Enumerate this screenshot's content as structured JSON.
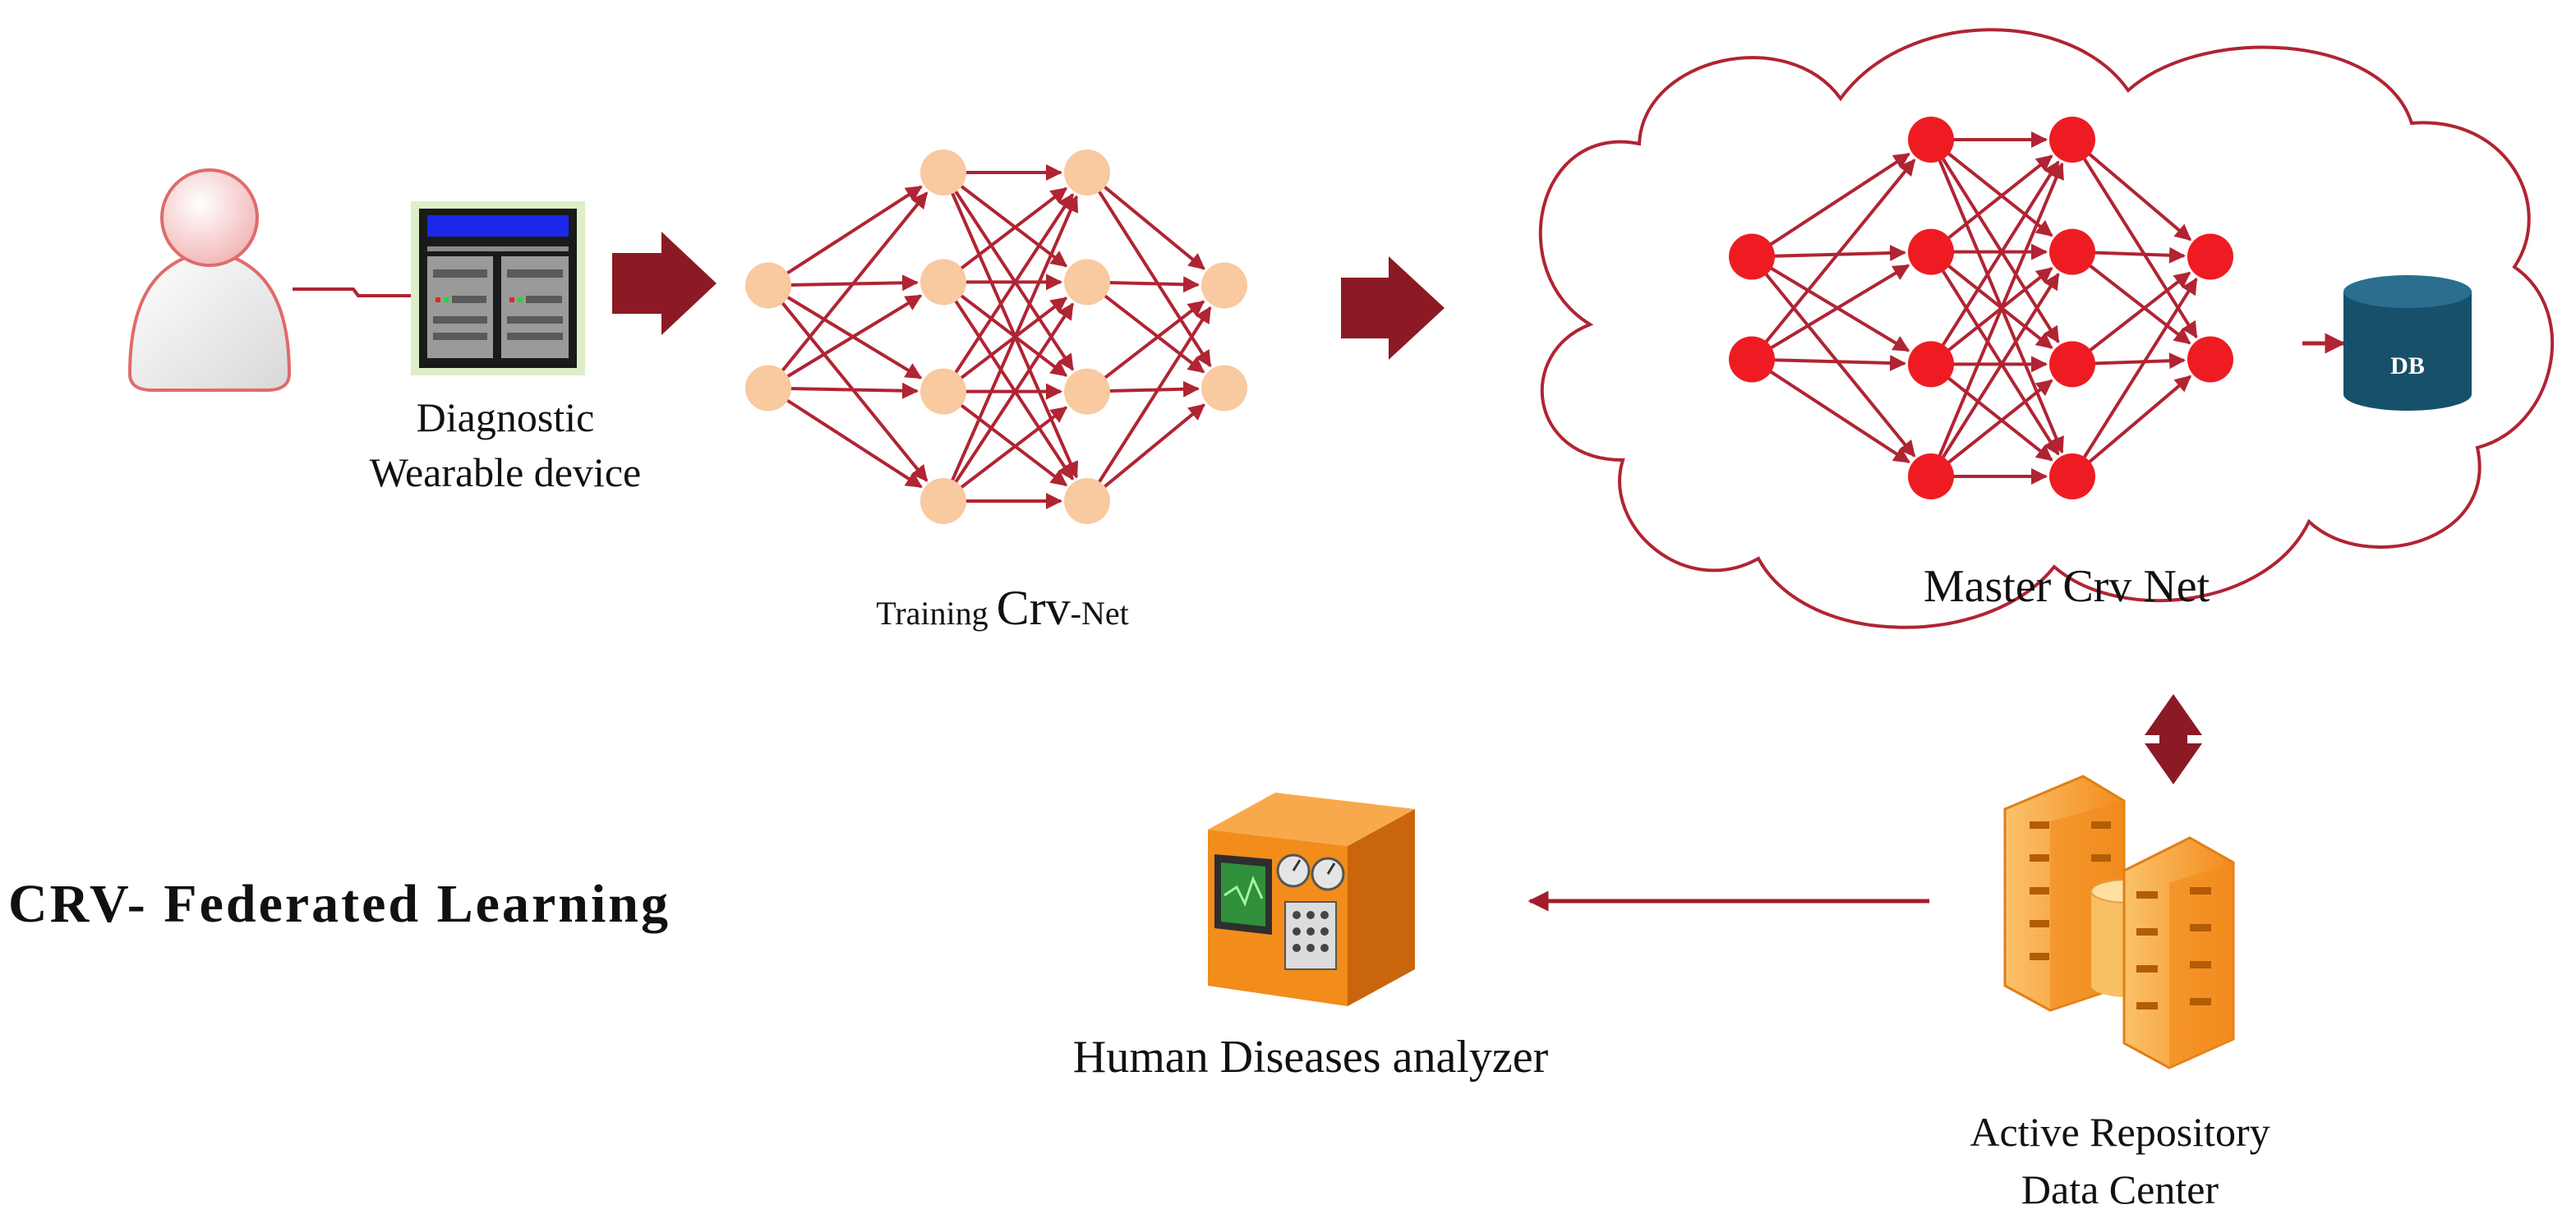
{
  "title": "CRV- Federated Learning",
  "labels": {
    "device_line1": "Diagnostic",
    "device_line2": "Wearable device",
    "training_prefix": "Training ",
    "training_big": "Crv",
    "training_suffix": "-Net",
    "master": "Master Crv Net",
    "db": "DB",
    "analyzer": "Human Diseases analyzer",
    "repo_line1": "Active Repository",
    "repo_line2": "Data Center"
  },
  "icons": [
    "user-icon",
    "wearable-device-icon",
    "database-icon",
    "data-center-icon",
    "disease-analyzer-icon",
    "cloud-icon"
  ],
  "colors": {
    "arrow": "#8b1a24",
    "edge": "#b02433",
    "training_node": "#f9c99f",
    "master_node": "#ee1c22",
    "cloud_outline": "#b02433",
    "db": "#17506a",
    "building": "#f7a233",
    "analyzer": "#f28c1b"
  },
  "networks": {
    "training": {
      "layers": [
        2,
        4,
        4,
        2
      ]
    },
    "master": {
      "layers": [
        2,
        4,
        4,
        2
      ]
    }
  }
}
